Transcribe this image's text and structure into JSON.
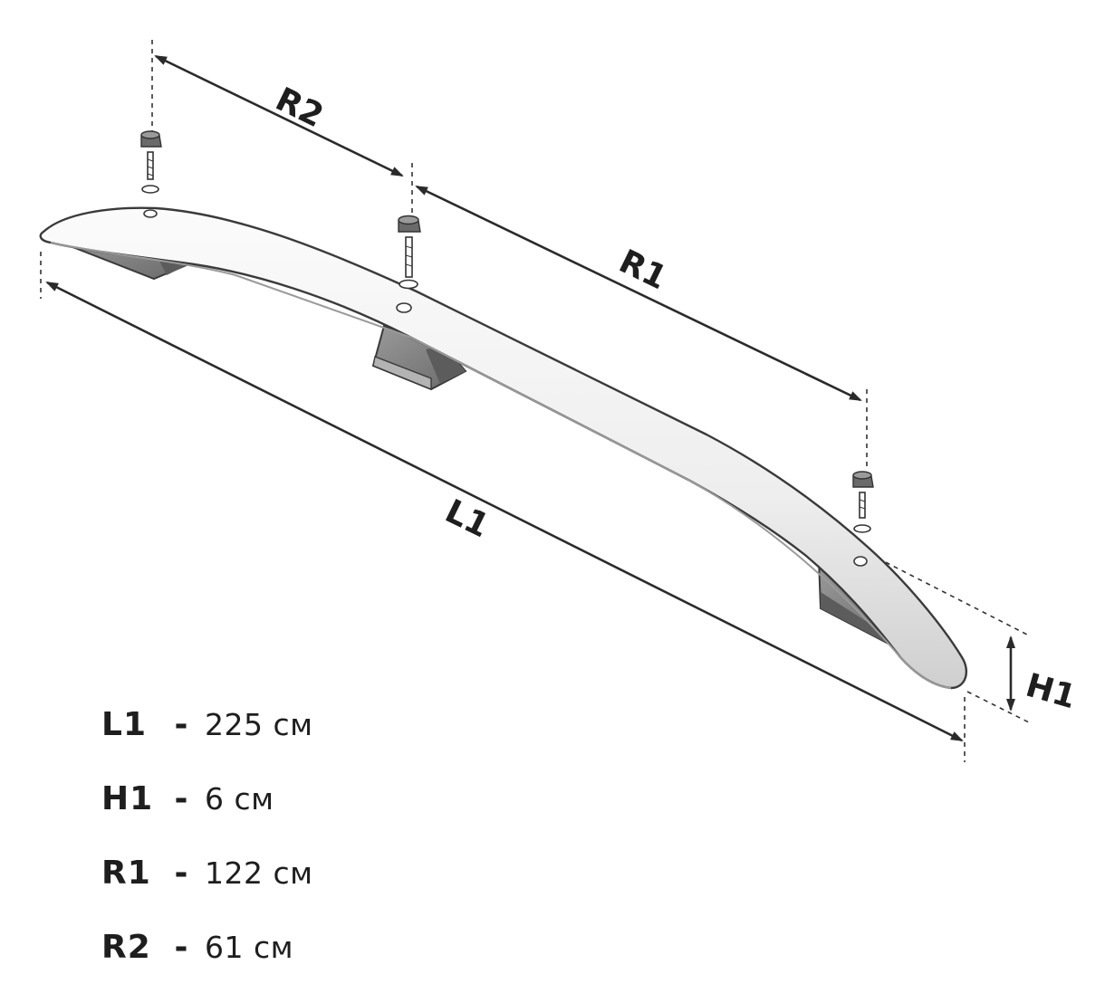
{
  "dimension_labels": {
    "r2": "R2",
    "r1": "R1",
    "l1": "L1",
    "h1": "H1"
  },
  "specs": [
    {
      "key": "L1",
      "separator": "-",
      "value": "225 см"
    },
    {
      "key": "H1",
      "separator": "-",
      "value": "6 см"
    },
    {
      "key": "R1",
      "separator": "-",
      "value": "122 см"
    },
    {
      "key": "R2",
      "separator": "-",
      "value": "61 см"
    }
  ],
  "colors": {
    "rail_light": "#f2f2f2",
    "rail_mid": "#d9d9d9",
    "rail_outline": "#3a3a3a",
    "foot_dark": "#8a8a8a",
    "foot_shadow": "#5c5c5c",
    "text": "#1e1e1e"
  }
}
